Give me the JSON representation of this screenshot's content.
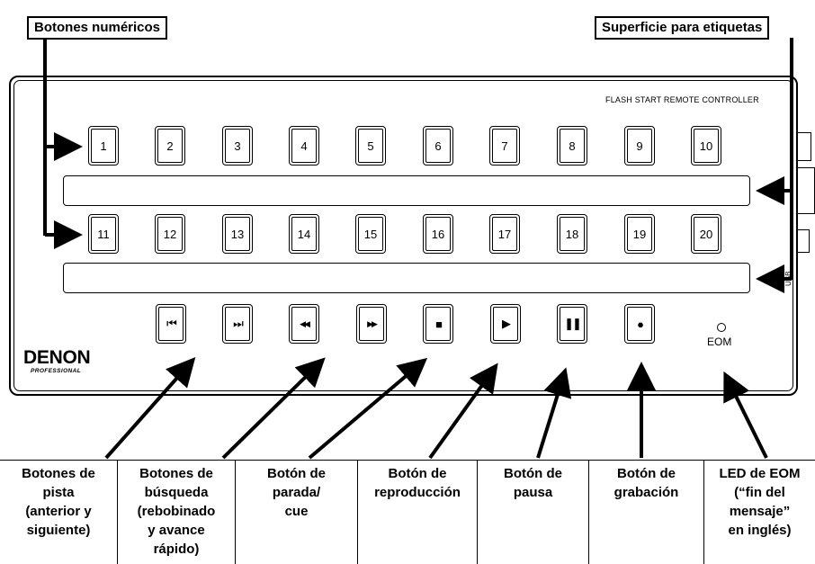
{
  "callouts": {
    "numeric": "Botones numéricos",
    "labels_surface": "Superficie para etiquetas"
  },
  "device": {
    "model_text": "FLASH START REMOTE CONTROLLER",
    "brand": "DENON",
    "brand_sub": "PROFESSIONAL",
    "eom_label": "EOM",
    "usb_label": "USB"
  },
  "number_buttons": [
    "1",
    "2",
    "3",
    "4",
    "5",
    "6",
    "7",
    "8",
    "9",
    "10",
    "11",
    "12",
    "13",
    "14",
    "15",
    "16",
    "17",
    "18",
    "19",
    "20"
  ],
  "transport_buttons": [
    {
      "name": "track-previous-icon",
      "glyph": "⏮"
    },
    {
      "name": "track-next-icon",
      "glyph": "⏭"
    },
    {
      "name": "rewind-icon",
      "glyph": "◀◀"
    },
    {
      "name": "fast-forward-icon",
      "glyph": "▶▶"
    },
    {
      "name": "stop-icon",
      "glyph": "■"
    },
    {
      "name": "play-icon",
      "glyph": "▶"
    },
    {
      "name": "pause-icon",
      "glyph": "❚❚"
    },
    {
      "name": "record-icon",
      "glyph": "●"
    }
  ],
  "bottom_labels": [
    "Botones de\npista\n(anterior y\nsiguiente)",
    "Botones de\nbúsqueda\n(rebobinado\ny avance\nrápido)",
    "Botón de\nparada/\ncue",
    "Botón de\nreproducción",
    "Botón de\npausa",
    "Botón de\ngrabación",
    "LED de EOM\n(“fin del\nmensaje”\nen inglés)"
  ]
}
